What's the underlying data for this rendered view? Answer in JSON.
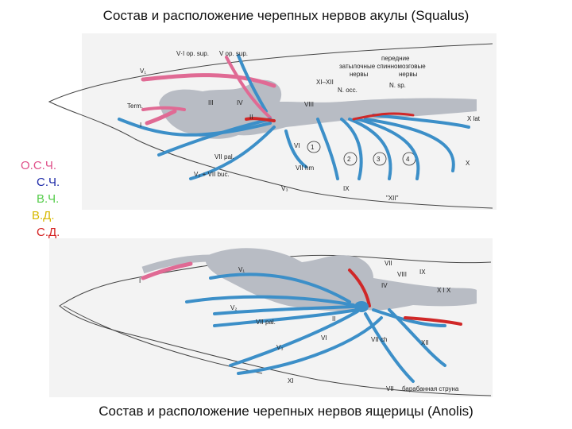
{
  "titles": {
    "top": "Состав и расположение черепных нервов акулы (Squalus)",
    "bottom": "Состав и расположение черепных нервов ящерицы (Anolis)"
  },
  "legend": [
    {
      "label": "О.С.Ч.",
      "color": "#e0508a"
    },
    {
      "label": "С.Ч.",
      "color": "#1e2aa8"
    },
    {
      "label": "В.Ч.",
      "color": "#55cc4a"
    },
    {
      "label": "В.Д.",
      "color": "#d6b800"
    },
    {
      "label": "С.Д.",
      "color": "#d42020"
    }
  ],
  "colors": {
    "brain": "#b8bcc4",
    "somatic_sensory": "#e06a94",
    "visceral_sensory": "#3c8fc8",
    "motor": "#d02828",
    "nerve_outline": "#c8c080"
  },
  "shark_labels": {
    "v1": "V₁",
    "v_op_sup_1": "V·I op. sup.",
    "v_op_sup_2": "V op. sup.",
    "anterior_spinal": "передние\nзатылочные  спинномозговые\nнервы         нервы",
    "anterior": "передние",
    "occipital_spinal": "затылочные  спинномозговые",
    "nerves": "нервы",
    "nerves2": "нервы",
    "xi_xii": "XI–XII",
    "n_occ": "N. occ.",
    "n_sp": "N. sp.",
    "term": "Term.",
    "i": "I",
    "iii": "III",
    "iv": "IV",
    "ii": "II",
    "viii": "VIII",
    "vi": "VI",
    "x_lat": "X lat",
    "x": "X",
    "vii_pal": "VII pal.",
    "vii_hm": "VII hm",
    "v2_vii_buc": "V₂ + VII buc.",
    "v3": "V₃",
    "ix": "IX",
    "xii_quote": "\"XII\"",
    "gill_1": "1",
    "gill_2": "2",
    "gill_3": "3",
    "gill_4": "4"
  },
  "lizard_labels": {
    "v1": "V₁",
    "i": "I",
    "v2": "V₂",
    "vii_pal": "VII pal.",
    "ii": "II",
    "v3": "V₃",
    "vi": "VI",
    "xi": "XI",
    "vii": "VII",
    "iv": "IV",
    "viii": "VIII",
    "ix": "IX",
    "x_xi": "X I X",
    "xii": "XII",
    "vii_ch": "VII ch",
    "vii_bottom": "VII",
    "chorda": "барабанная струна"
  }
}
